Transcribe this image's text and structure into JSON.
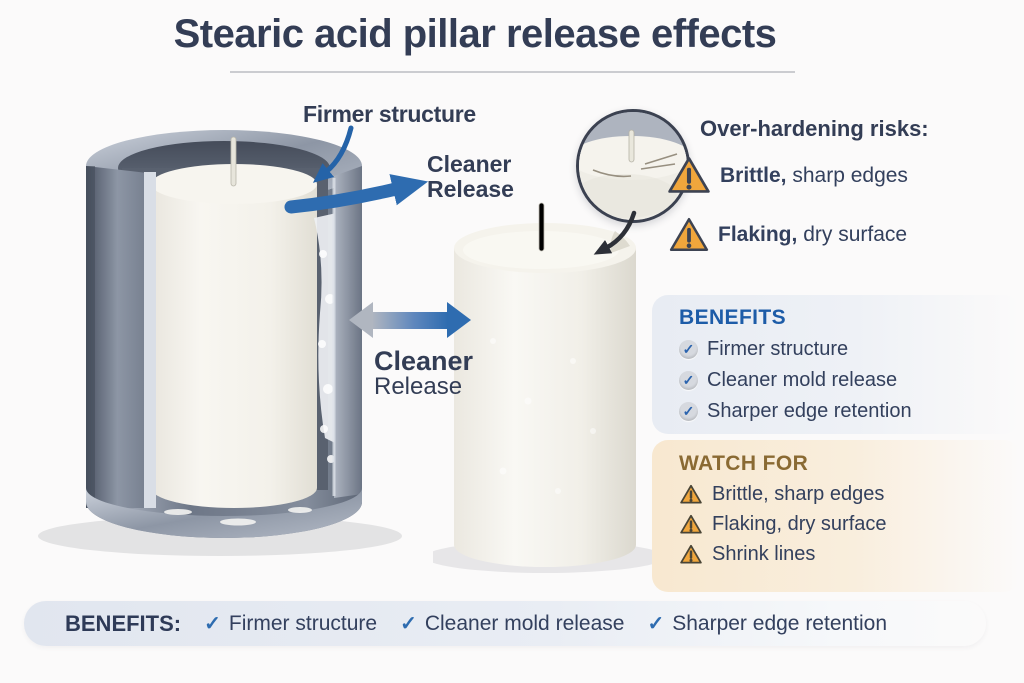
{
  "title": "Stearic acid pillar release effects",
  "icons": {
    "check": "✓",
    "warning": "warning-triangle"
  },
  "colors": {
    "accent_blue": "#2e6cb0",
    "navy_text": "#333d55",
    "benefits_blue": "#1d5ca8",
    "watch_brown": "#8a6a33",
    "warning_amber": "#f0a63c",
    "panel_gray": "#e8ecf3",
    "panel_peach": "#f8e8d0"
  },
  "annotations": {
    "firmer_structure": "Firmer structure",
    "cleaner_release_top": {
      "line1": "Cleaner",
      "line2": "Release"
    },
    "cleaner_release_side": {
      "line1": "Cleaner",
      "line2": "Release"
    }
  },
  "risks": {
    "heading": "Over-hardening risks:",
    "items": [
      {
        "emphasis": "Brittle,",
        "rest": " sharp edges"
      },
      {
        "emphasis": "Flaking,",
        "rest": " dry surface"
      }
    ]
  },
  "benefits_panel": {
    "heading": "BENEFITS",
    "items": [
      "Firmer structure",
      "Cleaner mold release",
      "Sharper edge retention"
    ]
  },
  "watch_panel": {
    "heading": "WATCH FOR",
    "items": [
      "Brittle, sharp edges",
      "Flaking, dry surface",
      "Shrink lines"
    ]
  },
  "bottom_bar": {
    "label": "BENEFITS:",
    "items": [
      "Firmer structure",
      "Cleaner mold release",
      "Sharper edge retention"
    ]
  }
}
